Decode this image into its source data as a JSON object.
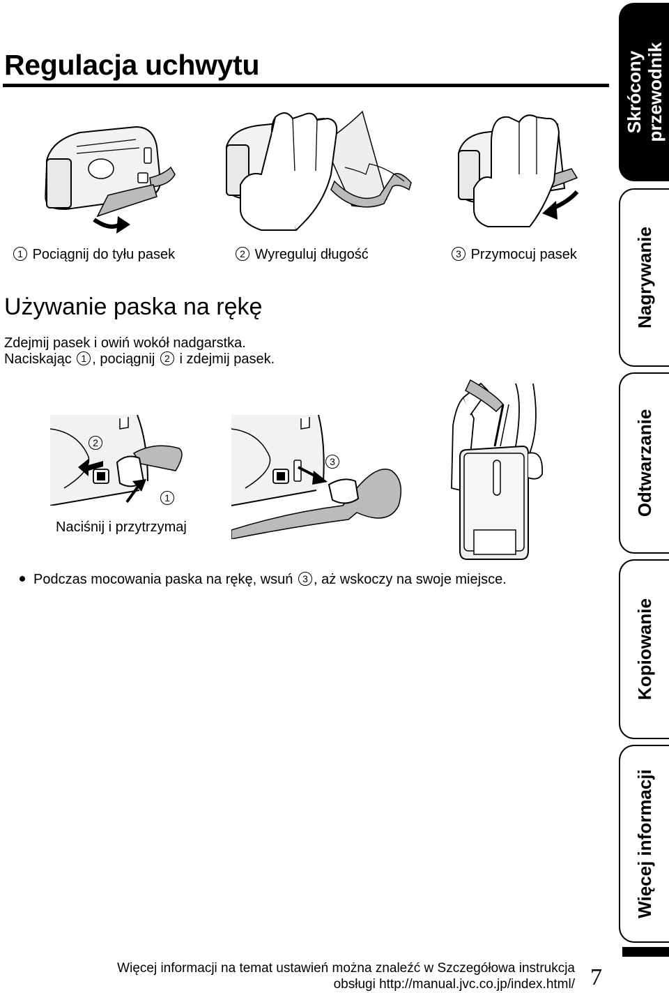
{
  "page": {
    "title": "Regulacja uchwytu",
    "page_number": "7"
  },
  "grip_steps": [
    {
      "num": "1",
      "label": "Pociągnij do tyłu pasek"
    },
    {
      "num": "2",
      "label": "Wyreguluj długość"
    },
    {
      "num": "3",
      "label": "Przymocuj pasek"
    }
  ],
  "hand_strap": {
    "heading": "Używanie paska na rękę",
    "line1": "Zdejmij pasek i owiń wokół nadgarstka.",
    "line2_before": "Naciskając",
    "line2_n1": "1",
    "line2_mid": ", pociągnij",
    "line2_n2": "2",
    "line2_after": " i zdejmij pasek.",
    "callout_1": "1",
    "callout_2": "2",
    "callout_3": "3",
    "caption": "Naciśnij i przytrzymaj",
    "note_before": "Podczas mocowania paska na rękę, wsuń",
    "note_num": "3",
    "note_after": ", aż wskoczy na swoje miejsce."
  },
  "footer": {
    "line1": "Więcej informacji na temat ustawień można znaleźć w Szczegółowa instrukcja",
    "line2": "obsługi http://manual.jvc.co.jp/index.html/"
  },
  "side_tabs": [
    {
      "line1": "Skrócony",
      "line2": "przewodnik",
      "active": true
    },
    {
      "line1": "Nagrywanie",
      "line2": "",
      "active": false
    },
    {
      "line1": "Odtwarzanie",
      "line2": "",
      "active": false
    },
    {
      "line1": "Kopiowanie",
      "line2": "",
      "active": false
    },
    {
      "line1": "Więcej informacji",
      "line2": "",
      "active": false
    }
  ]
}
